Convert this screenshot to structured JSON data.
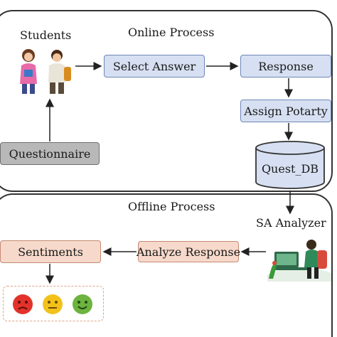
{
  "online": {
    "title": "Online Process",
    "students_label": "Students",
    "select_answer": "Select Answer",
    "response": "Response",
    "assign_polarity": "Assign Potarty",
    "questionnaire": "Questionnaire",
    "db": "Quest_DB"
  },
  "offline": {
    "title": "Offline Process",
    "sa_analyzer": "SA Analyzer",
    "analyze_response": "Analyze Response",
    "sentiments": "Sentiments",
    "faces": [
      "sad-face-icon",
      "neutral-face-icon",
      "happy-face-icon"
    ]
  },
  "colors": {
    "blue_box": "#d7e0f2",
    "gray_box": "#b8b8b8",
    "peach_box": "#f6d9cb",
    "sad": "#e2322b",
    "neutral": "#f2c21b",
    "happy": "#6cb33f"
  }
}
